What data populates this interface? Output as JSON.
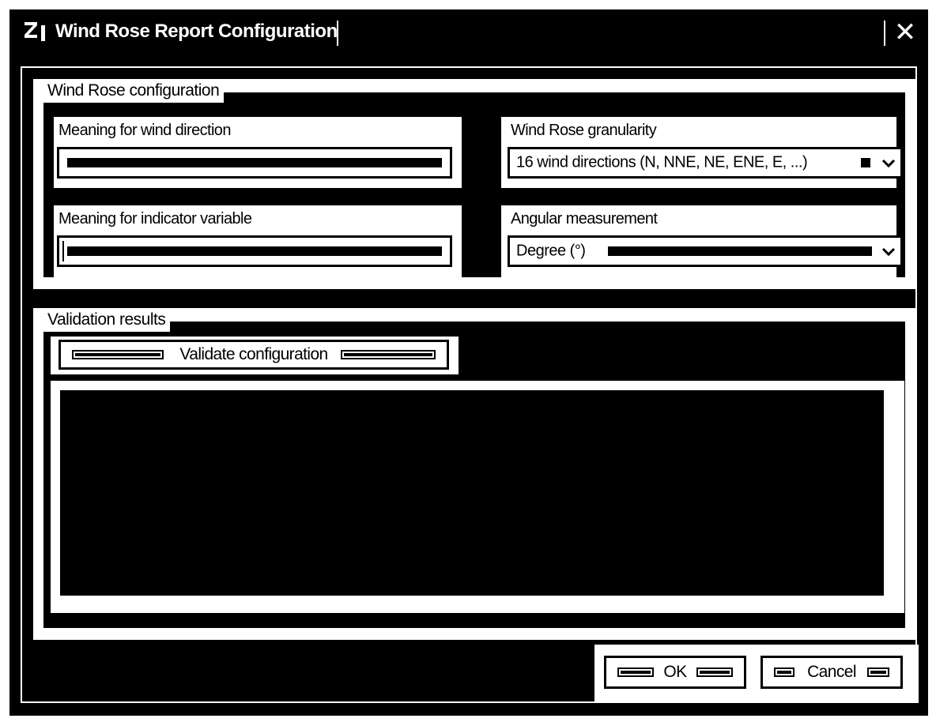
{
  "window": {
    "app_icon_glyph": "Z",
    "title": "Wind Rose Report Configuration",
    "close_glyph": "✕"
  },
  "config_group": {
    "legend": "Wind Rose configuration",
    "wind_direction": {
      "label": "Meaning for wind direction",
      "value": ""
    },
    "indicator_variable": {
      "label": "Meaning for indicator variable",
      "value": ""
    },
    "granularity": {
      "label": "Wind Rose granularity",
      "selected": "16 wind directions (N, NNE, NE, ENE, E, ...)"
    },
    "angular_measurement": {
      "label": "Angular measurement",
      "selected": "Degree (°)"
    }
  },
  "validation_group": {
    "legend": "Validation results",
    "validate_button": "Validate configuration",
    "results_text": ""
  },
  "footer": {
    "ok_button": "OK",
    "cancel_button": "Cancel"
  },
  "icons": {
    "app": "z-app-icon",
    "close": "close-icon",
    "dropdown": "chevron-down-icon"
  }
}
